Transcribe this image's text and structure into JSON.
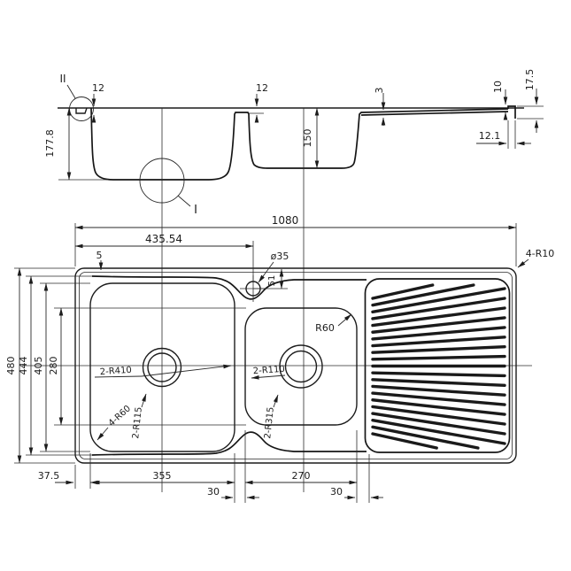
{
  "meta": {
    "background": "#ffffff",
    "line_color": "#1c1c1c"
  },
  "section": {
    "callout_top": "II",
    "callout_bottom": "I",
    "dim_rim_fold_left": "12",
    "dim_depth_left": "177.8",
    "dim_divider": "12",
    "dim_depth_right": "150",
    "dim_board_thickness": "3",
    "dim_lip_height": "10",
    "dim_edge_height": "17.5",
    "dim_edge_width": "12.1"
  },
  "plan": {
    "dim_overall_length": "1080",
    "dim_hole_offset": "435.54",
    "dim_rim_edge": "5",
    "dim_hole_diameter": "ø35",
    "dim_hole_from_edge": "51",
    "dim_corner_radius": "4-R10",
    "dim_overall_width": "480",
    "dim_inner_width": "444",
    "dim_bowl1_length": "405",
    "dim_bowl2_length": "280",
    "dim_left_margin": "37.5",
    "dim_bowl1_width": "355",
    "dim_gap1": "30",
    "dim_bowl2_width": "270",
    "dim_gap2": "30",
    "label_bowl1_side_radius": "2-R410",
    "label_bowl1_corner_radius": "4-R60",
    "label_bowl1_end_radius": "2-R115",
    "label_bowl2_corner_radius": "R60",
    "label_bowl2_side_radius": "2-R110",
    "label_bowl2_end_radius": "2-R315"
  }
}
